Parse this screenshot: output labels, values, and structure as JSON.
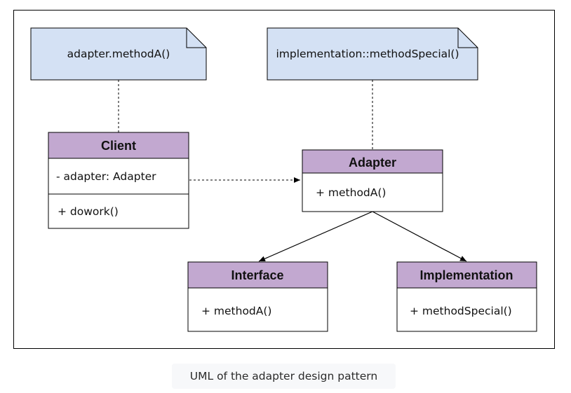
{
  "colors": {
    "note_fill": "#d4e1f4",
    "class_header_fill": "#c2a8d0",
    "line": "#000000"
  },
  "notes": [
    {
      "text": "adapter.methodA()"
    },
    {
      "text": "implementation::methodSpecial()"
    }
  ],
  "classes": {
    "client": {
      "name": "Client",
      "attribute": "- adapter: Adapter",
      "method": "+ dowork()"
    },
    "adapter": {
      "name": "Adapter",
      "method": "+ methodA()"
    },
    "interface": {
      "name": "Interface",
      "method": "+ methodA()"
    },
    "implementation": {
      "name": "Implementation",
      "method": "+ methodSpecial()"
    }
  },
  "caption": "UML of the adapter design pattern"
}
